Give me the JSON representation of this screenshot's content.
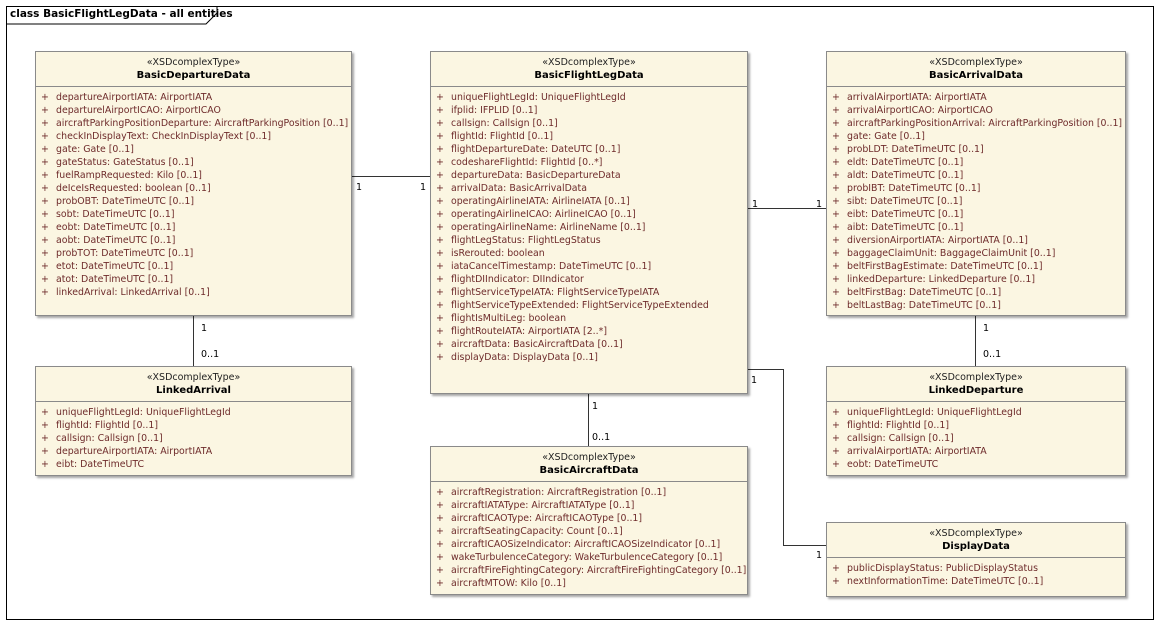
{
  "frame": {
    "title": "class BasicFlightLegData - all entities"
  },
  "classes": {
    "BasicDepartureData": {
      "stereotype": "«XSDcomplexType»",
      "name": "BasicDepartureData",
      "attributes": [
        "departureAirportIATA: AirportIATA",
        "departurelAirportICAO: AirportICAO",
        "aircraftParkingPositionDeparture: AircraftParkingPosition [0..1]",
        "checkInDisplayText: CheckInDisplayText [0..1]",
        "gate: Gate [0..1]",
        "gateStatus: GateStatus [0..1]",
        "fuelRampRequested: Kilo [0..1]",
        "deIceIsRequested: boolean [0..1]",
        "probOBT: DateTimeUTC [0..1]",
        "sobt: DateTimeUTC [0..1]",
        "eobt: DateTimeUTC [0..1]",
        "aobt: DateTimeUTC [0..1]",
        "probTOT: DateTimeUTC [0..1]",
        "etot: DateTimeUTC [0..1]",
        "atot: DateTimeUTC [0..1]",
        "linkedArrival: LinkedArrival [0..1]"
      ]
    },
    "LinkedArrival": {
      "stereotype": "«XSDcomplexType»",
      "name": "LinkedArrival",
      "attributes": [
        "uniqueFlightLegId: UniqueFlightLegId",
        "flightId: FlightId [0..1]",
        "callsign: Callsign [0..1]",
        "departureAirportIATA: AirportIATA",
        "eibt: DateTimeUTC"
      ]
    },
    "BasicFlightLegData": {
      "stereotype": "«XSDcomplexType»",
      "name": "BasicFlightLegData",
      "attributes": [
        "uniqueFlightLegId: UniqueFlightLegId",
        "ifplid: IFPLID [0..1]",
        "callsign: Callsign [0..1]",
        "flightId: FlightId [0..1]",
        "flightDepartureDate: DateUTC [0..1]",
        "codeshareFlightId: FlightId [0..*]",
        "departureData: BasicDepartureData",
        "arrivalData: BasicArrivalData",
        "operatingAirlineIATA: AirlineIATA [0..1]",
        "operatingAirlineICAO: AirlineICAO [0..1]",
        "operatingAirlineName: AirlineName [0..1]",
        "flightLegStatus: FlightLegStatus",
        "isRerouted: boolean",
        "iataCancelTimestamp: DateTimeUTC [0..1]",
        "flightDIIndicator: DIIndicator",
        "flightServiceTypeIATA: FlightServiceTypeIATA",
        "flightServiceTypeExtended: FlightServiceTypeExtended",
        "flightIsMultiLeg: boolean",
        "flightRouteIATA: AirportIATA [2..*]",
        "aircraftData: BasicAircraftData [0..1]",
        "displayData: DisplayData [0..1]"
      ]
    },
    "BasicAircraftData": {
      "stereotype": "«XSDcomplexType»",
      "name": "BasicAircraftData",
      "attributes": [
        "aircraftRegistration: AircraftRegistration [0..1]",
        "aircraftIATAType: AircraftIATAType [0..1]",
        "aircraftICAOType: AircraftICAOType [0..1]",
        "aircraftSeatingCapacity: Count [0..1]",
        "aircraftICAOSizeIndicator: AircraftICAOSizeIndicator [0..1]",
        "wakeTurbulenceCategory: WakeTurbulenceCategory [0..1]",
        "aircraftFireFightingCategory: AircraftFireFightingCategory [0..1]",
        "aircraftMTOW: Kilo [0..1]"
      ]
    },
    "BasicArrivalData": {
      "stereotype": "«XSDcomplexType»",
      "name": "BasicArrivalData",
      "attributes": [
        "arrivalAirportIATA: AirportIATA",
        "arrivalAirportICAO: AirportICAO",
        "aircraftParkingPositionArrival: AircraftParkingPosition [0..1]",
        "gate: Gate [0..1]",
        "probLDT: DateTimeUTC [0..1]",
        "eldt: DateTimeUTC [0..1]",
        "aldt: DateTimeUTC [0..1]",
        "probIBT: DateTimeUTC [0..1]",
        "sibt: DateTimeUTC [0..1]",
        "eibt: DateTimeUTC [0..1]",
        "aibt: DateTimeUTC [0..1]",
        "diversionAirportIATA: AirportIATA [0..1]",
        "baggageClaimUnit: BaggageClaimUnit [0..1]",
        "beltFirstBagEstimate: DateTimeUTC [0..1]",
        "linkedDeparture: LinkedDeparture [0..1]",
        "beltFirstBag: DateTimeUTC [0..1]",
        "beltLastBag: DateTimeUTC [0..1]"
      ]
    },
    "LinkedDeparture": {
      "stereotype": "«XSDcomplexType»",
      "name": "LinkedDeparture",
      "attributes": [
        "uniqueFlightLegId: UniqueFlightLegId",
        "flightId: FlightId [0..1]",
        "callsign: Callsign [0..1]",
        "arrivalAirportIATA: AirportIATA",
        "eobt: DateTimeUTC"
      ]
    },
    "DisplayData": {
      "stereotype": "«XSDcomplexType»",
      "name": "DisplayData",
      "attributes": [
        "publicDisplayStatus: PublicDisplayStatus",
        "nextInformationTime: DateTimeUTC [0..1]"
      ]
    }
  },
  "visibility_marker": "+",
  "multiplicities": {
    "dep_flightleg_left": "1",
    "dep_flightleg_right": "1",
    "flightleg_arr_left": "1",
    "flightleg_arr_right": "1",
    "dep_linkedarrival_top": "1",
    "dep_linkedarrival_bottom": "0..1",
    "flightleg_aircraft_top": "1",
    "flightleg_aircraft_bottom": "0..1",
    "arr_linkeddeparture_top": "1",
    "arr_linkeddeparture_bottom": "0..1",
    "flightleg_display_top": "1",
    "flightleg_display_bottom": "1"
  },
  "colors": {
    "class_fill": "#fbf6e2",
    "class_border": "#8a8a8a",
    "attribute_text": "#6e2b2b",
    "connector": "#333333"
  }
}
